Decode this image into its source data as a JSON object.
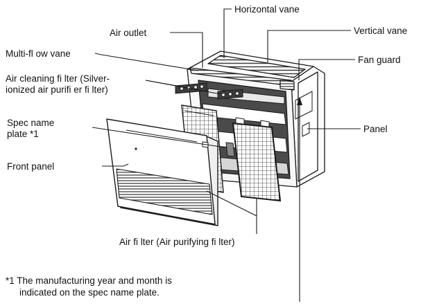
{
  "labels": {
    "horizontal_vane": "Horizontal vane",
    "air_outlet": "Air outlet",
    "vertical_vane": "Vertical vane",
    "multi_flow_vane": "Multi-fl ow vane",
    "fan_guard": "Fan guard",
    "air_cleaning_filter_line1": "Air cleaning fi lter (Silver-",
    "air_cleaning_filter_line2": "ionized air purifi er fi lter)",
    "spec_name_plate_line1": "Spec name",
    "spec_name_plate_line2": "plate *1",
    "panel": "Panel",
    "front_panel": "Front panel",
    "air_filter": "Air fi lter (Air purifying fi lter)"
  },
  "footnote": {
    "line1": "*1 The manufacturing year and month is",
    "line2": "indicated on the spec name plate."
  },
  "colors": {
    "line": "#1a1a1a",
    "shade": "#9a9a9a",
    "dark": "#3a3a3a"
  }
}
